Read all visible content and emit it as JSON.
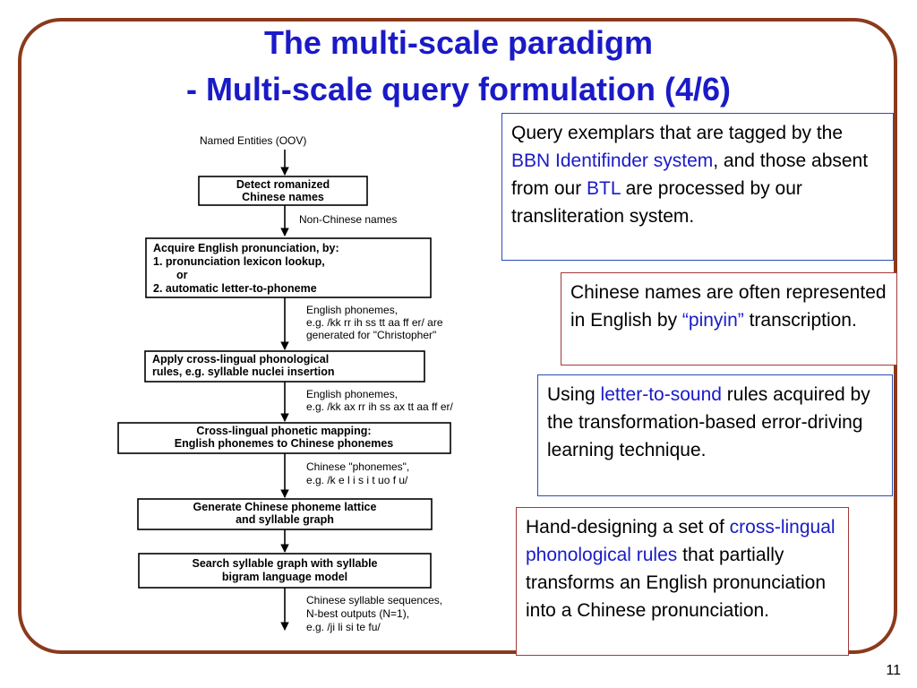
{
  "title": {
    "line1": "The multi-scale paradigm",
    "line2": "- Multi-scale query formulation (4/6)"
  },
  "flowchart": {
    "start_label": "Named Entities (OOV)",
    "boxes": [
      {
        "lines": [
          "Detect romanized",
          "Chinese names"
        ]
      },
      {
        "lines": [
          "Acquire English pronunciation, by:",
          "1. pronunciation lexicon lookup,",
          "    or",
          "2. automatic letter-to-phoneme"
        ]
      },
      {
        "lines": [
          "Apply cross-lingual phonological",
          "rules, e.g. syllable nuclei insertion"
        ]
      },
      {
        "lines": [
          "Cross-lingual phonetic mapping:",
          "English phonemes to Chinese phonemes"
        ]
      },
      {
        "lines": [
          "Generate Chinese phoneme lattice",
          "and syllable graph"
        ]
      },
      {
        "lines": [
          "Search syllable graph with syllable",
          "bigram language model"
        ]
      }
    ],
    "notes": [
      {
        "lines": [
          "Non-Chinese names"
        ]
      },
      {
        "lines": [
          "English phonemes,",
          "e.g. /kk rr ih ss tt aa ff er/ are",
          "generated for \"Christopher\""
        ]
      },
      {
        "lines": [
          "English phonemes,",
          "e.g. /kk ax rr ih ss ax tt aa ff er/"
        ]
      },
      {
        "lines": [
          "Chinese \"phonemes\",",
          "e.g. /k e l i s i t uo f u/"
        ]
      },
      {
        "lines": [
          "Chinese syllable sequences,",
          "N-best outputs (N=1),",
          "e.g. /ji li si te fu/"
        ]
      }
    ]
  },
  "callouts": [
    {
      "parts": [
        {
          "text": "Query exemplars that are tagged by the ",
          "hl": false
        },
        {
          "text": "BBN Identifinder system",
          "hl": true
        },
        {
          "text": ", and those absent from our ",
          "hl": false
        },
        {
          "text": "BTL",
          "hl": true
        },
        {
          "text": "  are processed by our transliteration system.",
          "hl": false
        }
      ]
    },
    {
      "parts": [
        {
          "text": "Chinese names are often represented in  English by ",
          "hl": false
        },
        {
          "text": "“pinyin”",
          "hl": true
        },
        {
          "text": " transcription.",
          "hl": false
        }
      ]
    },
    {
      "parts": [
        {
          "text": "Using ",
          "hl": false
        },
        {
          "text": "letter-to-sound",
          "hl": true
        },
        {
          "text": " rules acquired by the transformation-based error-driving learning technique.",
          "hl": false
        }
      ]
    },
    {
      "parts": [
        {
          "text": "Hand-designing a set of ",
          "hl": false
        },
        {
          "text": "cross-lingual phonological rules",
          "hl": true
        },
        {
          "text": " that partially transforms an English pronunciation into a Chinese pronunciation.",
          "hl": false
        }
      ]
    }
  ],
  "page_number": "11",
  "colors": {
    "title": "#1a1ac8",
    "highlight": "#1a1ac8",
    "frame": "#8b3a1c",
    "blue_border": "#2c4db3",
    "red_border": "#a33a3a"
  }
}
